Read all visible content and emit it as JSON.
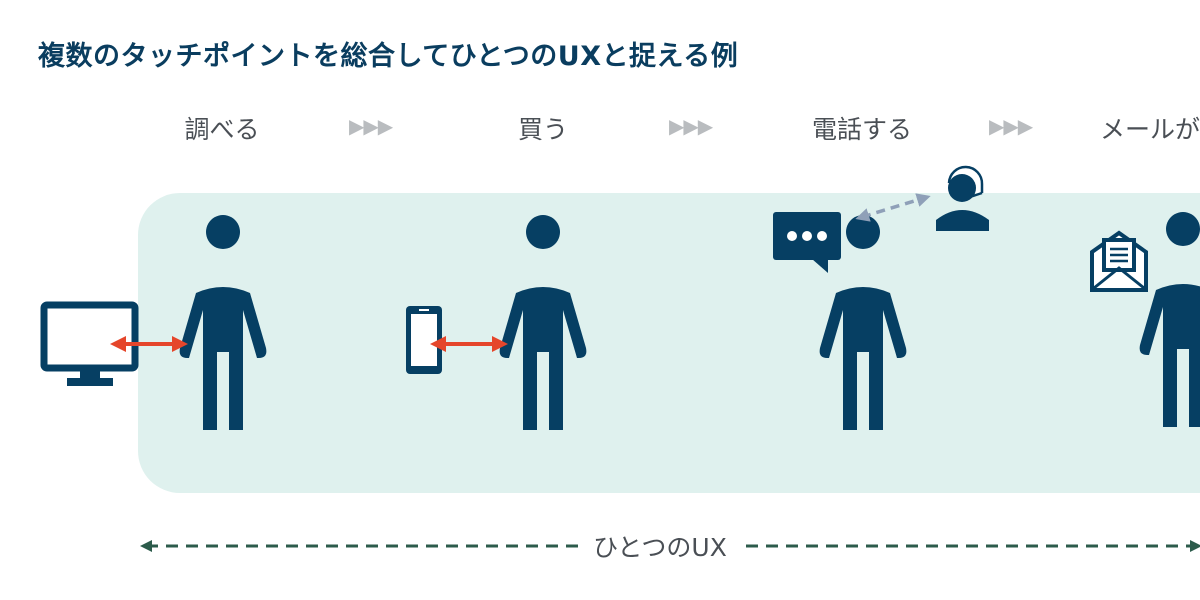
{
  "title": "複数のタッチポイントを総合してひとつのUXと捉える例",
  "steps": [
    {
      "label": "調べる",
      "device": "monitor-icon"
    },
    {
      "label": "買う",
      "device": "smartphone-icon"
    },
    {
      "label": "電話する",
      "device": "chat-bubble-icon"
    },
    {
      "label": "メールが",
      "device": "envelope-icon"
    }
  ],
  "separator": "▶▶▶",
  "ux_label": "ひとつのUX",
  "colors": {
    "navy": "#063f63",
    "band": "#dff1ee",
    "interaction_arrow": "#e5462b",
    "operator_arrow": "#8fa0b8",
    "ux_arrow": "#2c5b4b"
  }
}
